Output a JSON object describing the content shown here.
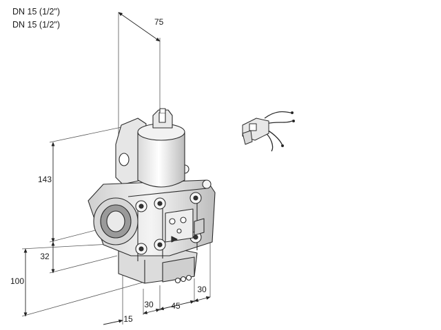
{
  "header": {
    "line1": "DN 15 (1/2\")",
    "line2": "DN 15 (1/2\")"
  },
  "dimensions": {
    "top_width": "75",
    "height_upper": "143",
    "height_mid": "32",
    "height_total": "100",
    "front_offset": "15",
    "front_a": "30",
    "front_b": "45",
    "front_c": "30"
  }
}
